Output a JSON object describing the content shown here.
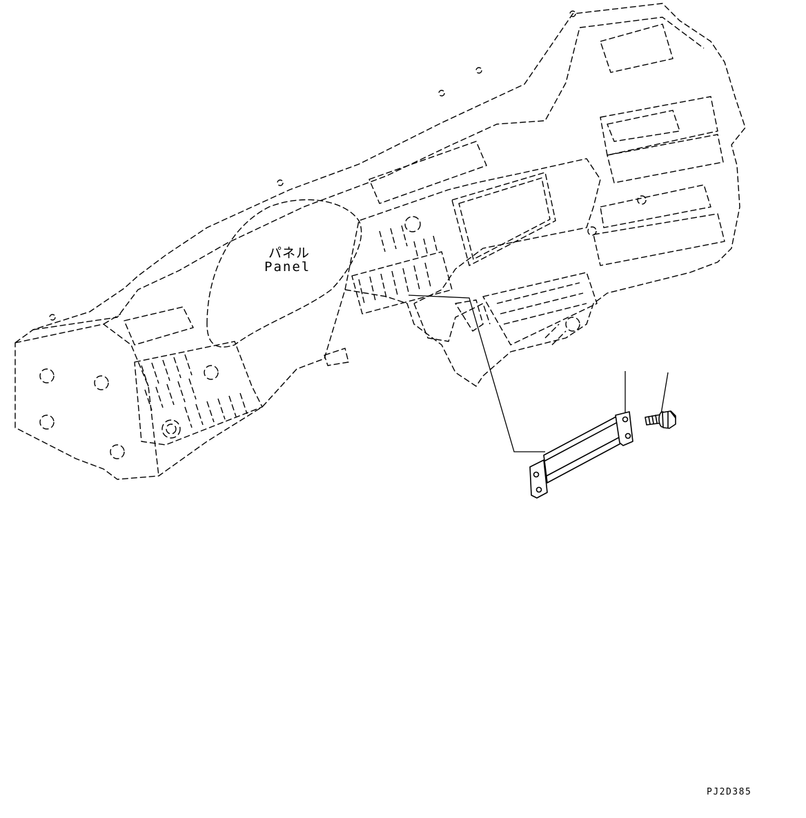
{
  "labels": {
    "panel_jp": "パネル",
    "panel_en": "Panel"
  },
  "drawing_code": "PJ2D385",
  "colors": {
    "line": "#000000",
    "background": "#ffffff"
  }
}
